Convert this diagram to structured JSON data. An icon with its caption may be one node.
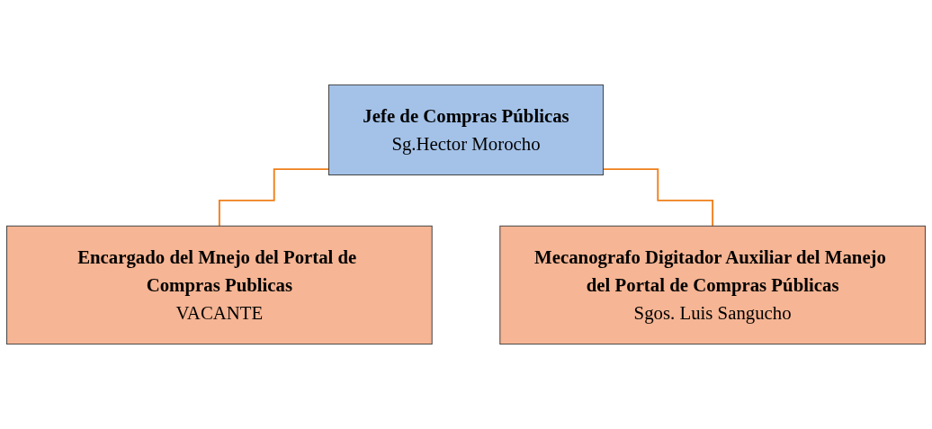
{
  "diagram": {
    "nodes": [
      {
        "text": [
          "Jefe de Compras Públicas",
          "Sg.Hector Morocho"
        ]
      },
      {
        "text": [
          "Encargado del Mnejo del Portal de Compras Publicas",
          "VACANTE"
        ]
      },
      {
        "text": [
          "Mecanografo Digitador Auxiliar del Manejo del Portal de Compras Públicas",
          "Sgos. Luis Sangucho"
        ]
      }
    ],
    "edges": [
      {
        "from": 0,
        "to": 1,
        "arrow": "none"
      },
      {
        "from": 0,
        "to": 2,
        "arrow": "none"
      }
    ]
  }
}
